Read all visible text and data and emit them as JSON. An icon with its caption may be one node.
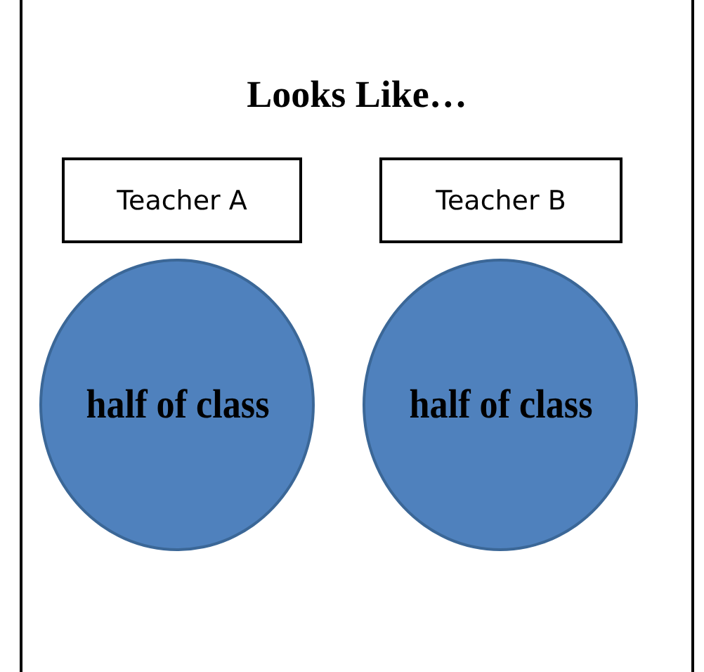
{
  "diagram": {
    "nodes": [
      {
        "text": [
          "Looks Like…"
        ]
      },
      {
        "text": [
          "Teacher A"
        ],
        "in": 0
      },
      {
        "text": [
          "Teacher B"
        ],
        "in": 0
      },
      {
        "text": [
          "half of class"
        ],
        "in": 0
      },
      {
        "text": [
          "half of class"
        ],
        "in": 0
      }
    ],
    "edges": []
  }
}
